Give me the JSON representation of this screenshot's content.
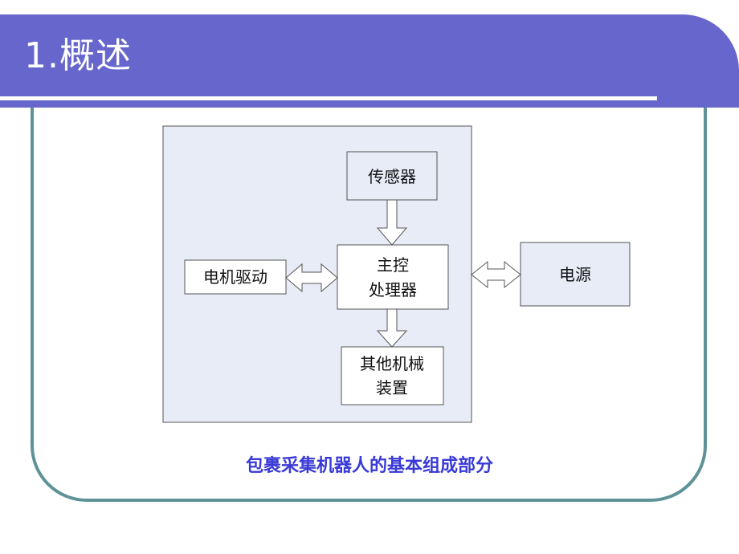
{
  "slide": {
    "title": "1.概述",
    "caption": "包裹采集机器人的基本组成部分"
  },
  "diagram": {
    "nodes": {
      "sensor": "传感器",
      "main_line1": "主控",
      "main_line2": "处理器",
      "motor": "电机驱动",
      "power": "电源",
      "other_line1": "其他机械",
      "other_line2": "装置"
    }
  },
  "colors": {
    "banner": "#6666cc",
    "frame": "#5f9297",
    "panel": "#e8ecf6",
    "caption": "#3a3ad6"
  }
}
